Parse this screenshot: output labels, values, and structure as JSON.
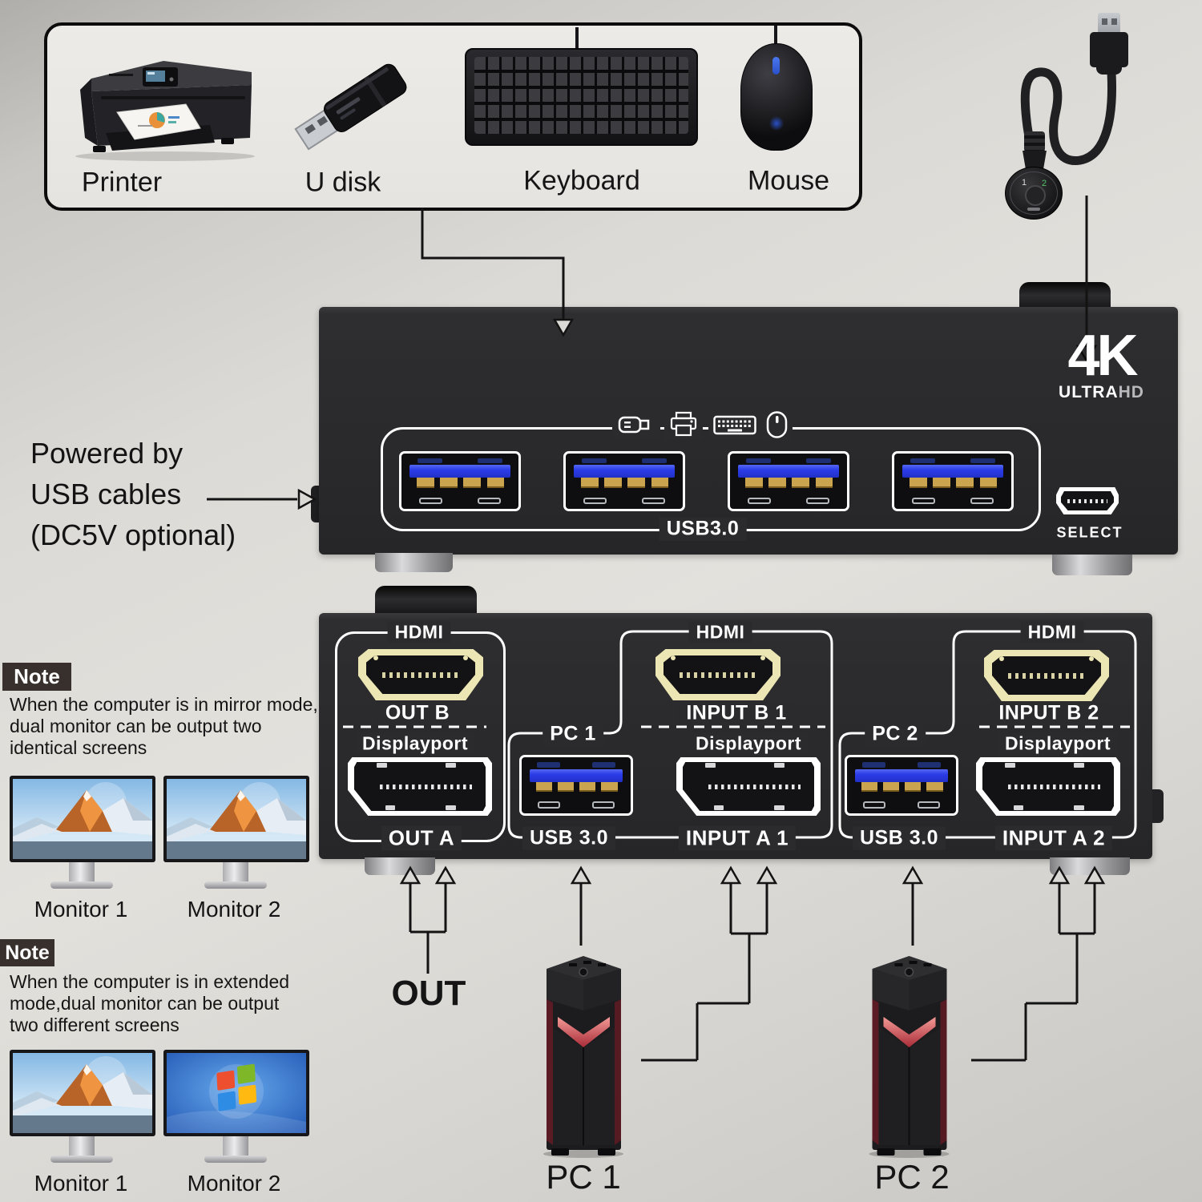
{
  "peripherals": {
    "printer": "Printer",
    "u_disk": "U disk",
    "keyboard": "Keyboard",
    "mouse": "Mouse"
  },
  "power_note": {
    "line1": "Powered by",
    "line2": "USB cables",
    "line3": "(DC5V optional)"
  },
  "top_device": {
    "logo_main": "4K",
    "logo_ultra": "ULTRA",
    "logo_hd": "HD",
    "usb_group_label": "USB3.0",
    "select_label": "SELECT"
  },
  "front_device": {
    "hdmi": "HDMI",
    "displayport": "Displayport",
    "out_b": "OUT B",
    "out_a": "OUT A",
    "input_b1": "INPUT B 1",
    "input_a1": "INPUT A 1",
    "input_b2": "INPUT B 2",
    "input_a2": "INPUT A 2",
    "pc1": "PC 1",
    "pc2": "PC 2",
    "usb30": "USB 3.0"
  },
  "remote": {
    "num1": "1",
    "num2": "2"
  },
  "note_mirror": {
    "badge": "Note",
    "lines": [
      "When the computer is in mirror mode,",
      "dual monitor can be output two",
      "identical screens"
    ],
    "monitor1": "Monitor 1",
    "monitor2": "Monitor 2"
  },
  "note_extended": {
    "badge": "Note",
    "lines": [
      "When the computer is in extended",
      "mode,dual monitor can be output",
      "two different screens"
    ],
    "monitor1": "Monitor 1",
    "monitor2": "Monitor 2"
  },
  "connections": {
    "out": "OUT",
    "pc1": "PC 1",
    "pc2": "PC 2"
  },
  "colors": {
    "usb_blue": "#2b3ce8",
    "hdmi_yellow": "#ece6b4",
    "device_body": "#2b2b2d",
    "note_badge_bg": "#37302c",
    "remote_green": "#55c06a"
  }
}
